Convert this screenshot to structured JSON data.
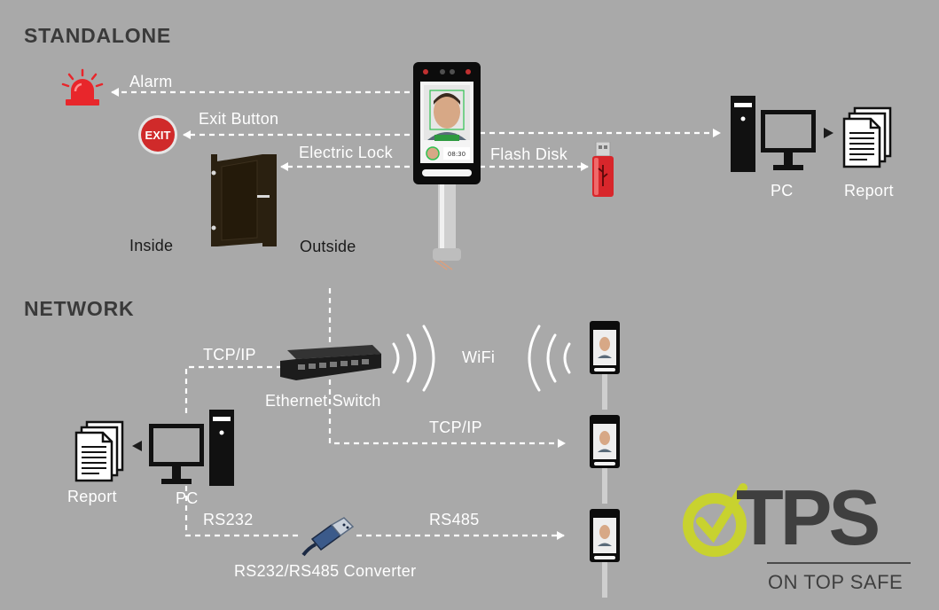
{
  "sections": {
    "standalone": "STANDALONE",
    "network": "NETWORK"
  },
  "standalone": {
    "alarm": "Alarm",
    "exit_button": "Exit Button",
    "electric_lock": "Electric Lock",
    "inside": "Inside",
    "outside": "Outside",
    "flash_disk": "Flash Disk",
    "pc": "PC",
    "report": "Report",
    "exit_sign_text": "EXIT",
    "device_time": "08:30"
  },
  "network": {
    "tcpip_left": "TCP/IP",
    "ethernet_switch": "Ethernet Switch",
    "wifi": "WiFi",
    "tcpip_mid": "TCP/IP",
    "report": "Report",
    "pc": "PC",
    "rs232": "RS232",
    "rs485": "RS485",
    "converter": "RS232/RS485 Converter"
  },
  "logo": {
    "wordmark": "TPS",
    "tagline": "ON TOP SAFE"
  },
  "colors": {
    "background": "#a9a9a9",
    "connector": "#ffffff",
    "alarm_red": "#e8262b",
    "logo_green": "#c8d22f",
    "logo_gray": "#3f3f3f",
    "usb_red": "#d8262b"
  },
  "icons": [
    "alarm-light-icon",
    "exit-sign-icon",
    "door-icon",
    "usb-flash-icon",
    "pc-icon",
    "report-icon",
    "ethernet-switch-icon",
    "wifi-waves-icon",
    "face-terminal-icon",
    "converter-cable-icon"
  ]
}
